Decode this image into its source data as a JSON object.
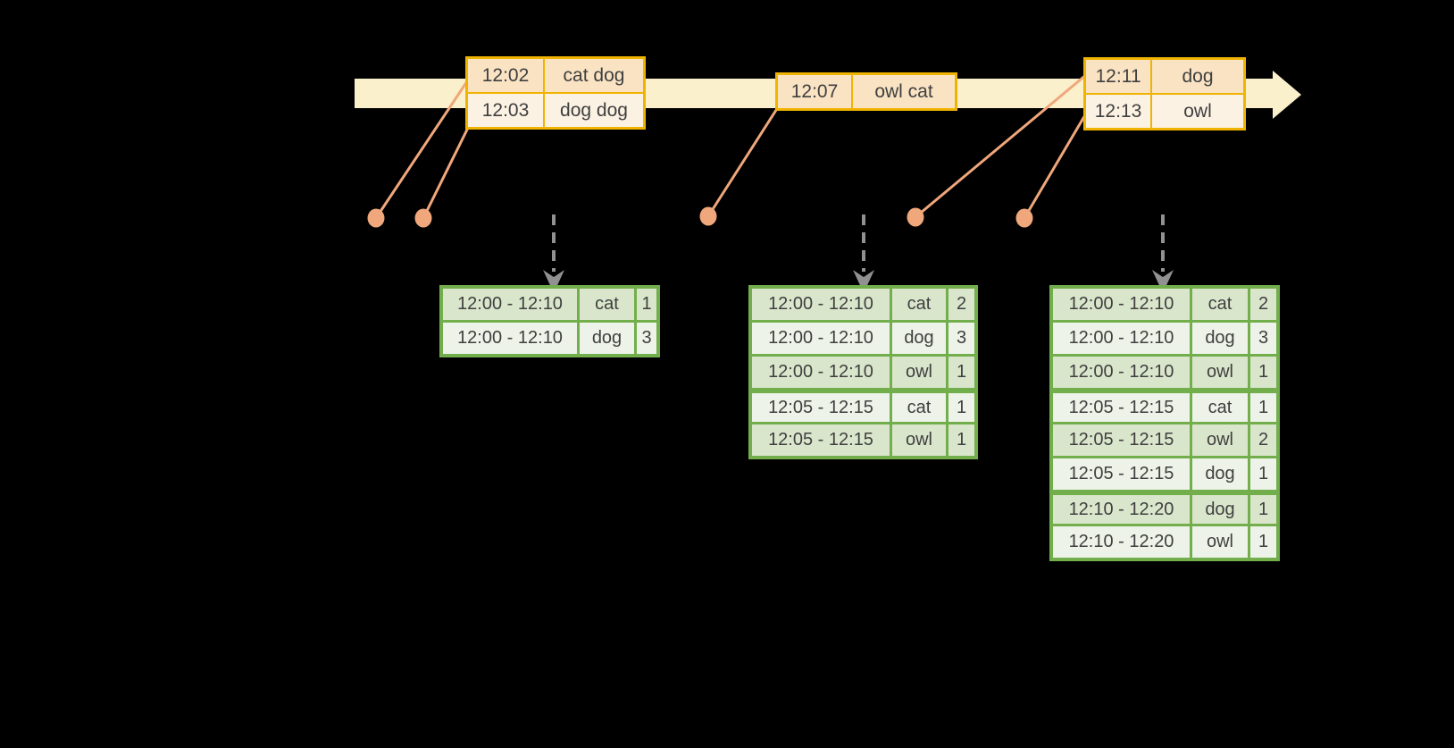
{
  "colors": {
    "background": "#000000",
    "timeline_band": "#FBF0CC",
    "event_border": "#F0B400",
    "event_row_dark": "#F9E3C3",
    "event_row_light": "#FCF2E3",
    "connector": "#EFA77B",
    "arrow_gray": "#919191",
    "table_border": "#73AE4C",
    "table_row_dark": "#DAE6CC",
    "table_row_light": "#EDF3E8",
    "text": "#3F3F3F"
  },
  "timeline": {
    "event_boxes": [
      {
        "rows": [
          {
            "time": "12:02",
            "words": "cat dog"
          },
          {
            "time": "12:03",
            "words": "dog dog"
          }
        ]
      },
      {
        "rows": [
          {
            "time": "12:07",
            "words": "owl cat"
          }
        ]
      },
      {
        "rows": [
          {
            "time": "12:11",
            "words": "dog"
          },
          {
            "time": "12:13",
            "words": "owl"
          }
        ]
      }
    ]
  },
  "result_tables": [
    {
      "rows": [
        {
          "window": "12:00 - 12:10",
          "word": "cat",
          "count": "1"
        },
        {
          "window": "12:00 - 12:10",
          "word": "dog",
          "count": "3"
        }
      ]
    },
    {
      "rows": [
        {
          "window": "12:00 - 12:10",
          "word": "cat",
          "count": "2"
        },
        {
          "window": "12:00 - 12:10",
          "word": "dog",
          "count": "3"
        },
        {
          "window": "12:00 - 12:10",
          "word": "owl",
          "count": "1"
        },
        {
          "window": "12:05 - 12:15",
          "word": "cat",
          "count": "1"
        },
        {
          "window": "12:05 - 12:15",
          "word": "owl",
          "count": "1"
        }
      ]
    },
    {
      "rows": [
        {
          "window": "12:00 - 12:10",
          "word": "cat",
          "count": "2"
        },
        {
          "window": "12:00 - 12:10",
          "word": "dog",
          "count": "3"
        },
        {
          "window": "12:00 - 12:10",
          "word": "owl",
          "count": "1"
        },
        {
          "window": "12:05 - 12:15",
          "word": "cat",
          "count": "1"
        },
        {
          "window": "12:05 - 12:15",
          "word": "owl",
          "count": "2"
        },
        {
          "window": "12:05 - 12:15",
          "word": "dog",
          "count": "1"
        },
        {
          "window": "12:10 - 12:20",
          "word": "dog",
          "count": "1"
        },
        {
          "window": "12:10 - 12:20",
          "word": "owl",
          "count": "1"
        }
      ]
    }
  ]
}
